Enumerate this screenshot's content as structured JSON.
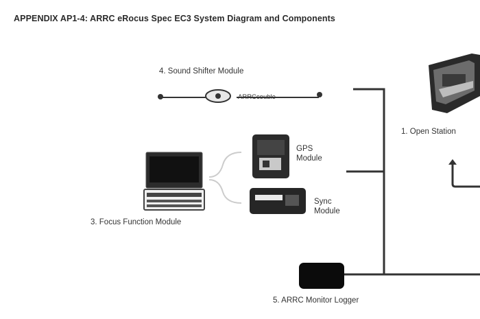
{
  "title": "APPENDIX AP1-4: ARRC eRocus Spec EC3 System Diagram and Components",
  "components": {
    "sound_shifter": {
      "label": "4. Sound Shifter Module",
      "device_text": "ARRCcouble"
    },
    "open_station": {
      "label": "1. Open Station"
    },
    "gps_module": {
      "line1": "GPS",
      "line2": "Module"
    },
    "sync_module": {
      "line1": "Sync",
      "line2": "Module"
    },
    "focus_function": {
      "label": "3. Focus Function Module"
    },
    "monitor_logger": {
      "label": "5. ARRC Monitor Logger"
    }
  }
}
